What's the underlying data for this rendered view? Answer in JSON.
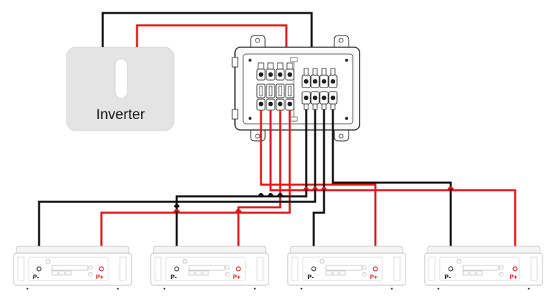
{
  "inverter": {
    "label": "Inverter"
  },
  "batteries": [
    {
      "negative_label": "P-",
      "positive_label": "P+"
    },
    {
      "negative_label": "P-",
      "positive_label": "P+"
    },
    {
      "negative_label": "P-",
      "positive_label": "P+"
    },
    {
      "negative_label": "P-",
      "positive_label": "P+"
    }
  ],
  "colors": {
    "positive_wire": "#e0181b",
    "negative_wire": "#111111",
    "inverter_fill": "#e4e4e4",
    "battery_outline": "#c8c8c8"
  },
  "icons": [
    "inverter-unit",
    "combiner-box",
    "fuse-holder",
    "busbar-terminal",
    "battery-module"
  ]
}
